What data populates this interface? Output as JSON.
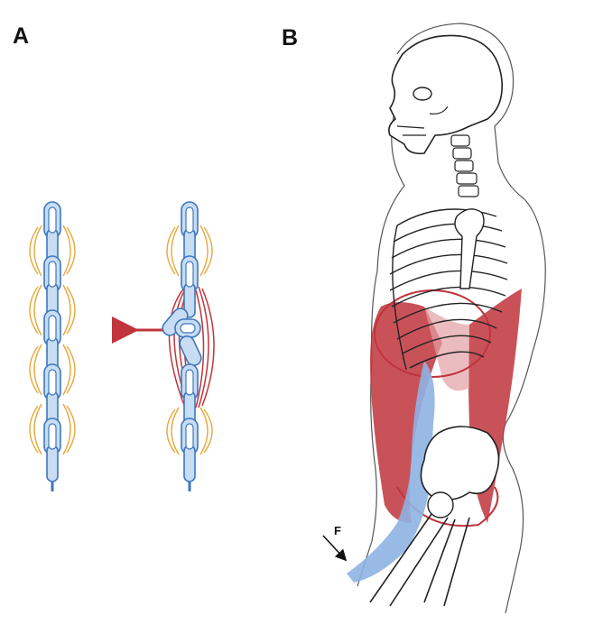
{
  "panels": {
    "a": {
      "label": "A"
    },
    "b": {
      "label": "B",
      "force_label": "F"
    }
  },
  "colors": {
    "chain_fill": "#c8dcf2",
    "chain_stroke": "#3d78c0",
    "fascia_orange": "#e6a93c",
    "muscle_red": "#c0343c",
    "arrow_red": "#c0343c",
    "bone_line": "#222222",
    "fascia_blue": "#8fb2e3"
  },
  "icons": [
    "chain-icon",
    "arrow-left-icon",
    "arrow-down-right-icon"
  ]
}
